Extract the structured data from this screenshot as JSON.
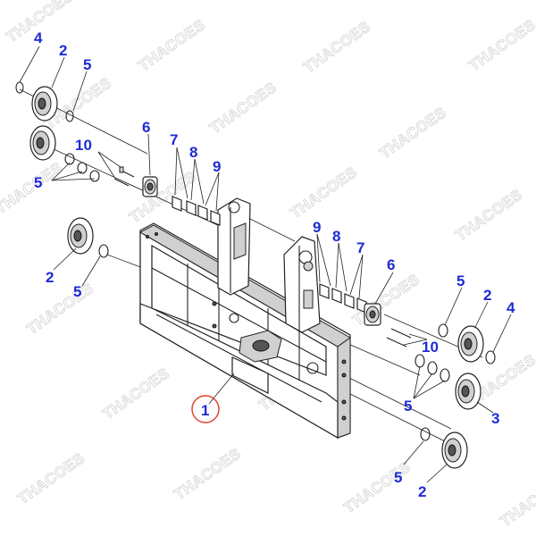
{
  "watermark": {
    "text": "THACOES"
  },
  "callouts": [
    {
      "id": "c-4-top",
      "label": "4"
    },
    {
      "id": "c-2-top",
      "label": "2"
    },
    {
      "id": "c-5-top",
      "label": "5"
    },
    {
      "id": "c-6-left",
      "label": "6"
    },
    {
      "id": "c-7-left",
      "label": "7"
    },
    {
      "id": "c-8-left",
      "label": "8"
    },
    {
      "id": "c-9-left",
      "label": "9"
    },
    {
      "id": "c-10-left",
      "label": "10"
    },
    {
      "id": "c-5-left",
      "label": "5"
    },
    {
      "id": "c-2-left",
      "label": "2"
    },
    {
      "id": "c-5-mid-left",
      "label": "5"
    },
    {
      "id": "c-9-right",
      "label": "9"
    },
    {
      "id": "c-8-right",
      "label": "8"
    },
    {
      "id": "c-7-right",
      "label": "7"
    },
    {
      "id": "c-6-right",
      "label": "6"
    },
    {
      "id": "c-5-right",
      "label": "5"
    },
    {
      "id": "c-2-right",
      "label": "2"
    },
    {
      "id": "c-4-right",
      "label": "4"
    },
    {
      "id": "c-10-right",
      "label": "10"
    },
    {
      "id": "c-5-lower-right",
      "label": "5"
    },
    {
      "id": "c-3",
      "label": "3"
    },
    {
      "id": "c-1",
      "label": "1"
    },
    {
      "id": "c-5-bottom",
      "label": "5"
    },
    {
      "id": "c-2-bottom",
      "label": "2"
    }
  ],
  "highlight": {
    "label": "1",
    "color": "#e0442c"
  },
  "colors": {
    "callout": "#1f2bd6",
    "highlight_circle": "#e0442c",
    "watermark_outline": "#d6d6d6"
  }
}
